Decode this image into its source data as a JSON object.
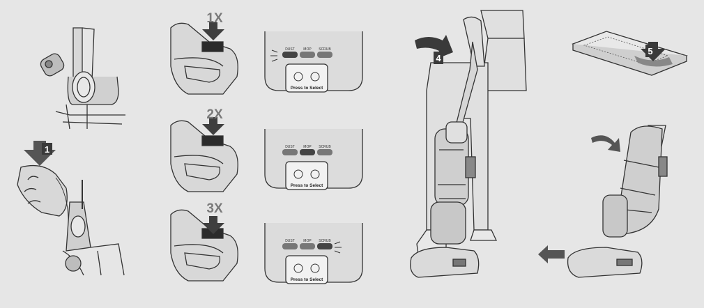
{
  "steps": {
    "s1": "1",
    "s4": "4",
    "s5": "5"
  },
  "presses": [
    "1X",
    "2X",
    "3X"
  ],
  "panel": {
    "modes": [
      "DUST",
      "MOP",
      "SCRUB"
    ],
    "button_text": "Press to Select"
  },
  "colors": {
    "background": "#e6e6e6",
    "line": "#333333",
    "arrow": "#555555",
    "badge": "#3a3a3a",
    "press_text": "#7a7a7a"
  }
}
